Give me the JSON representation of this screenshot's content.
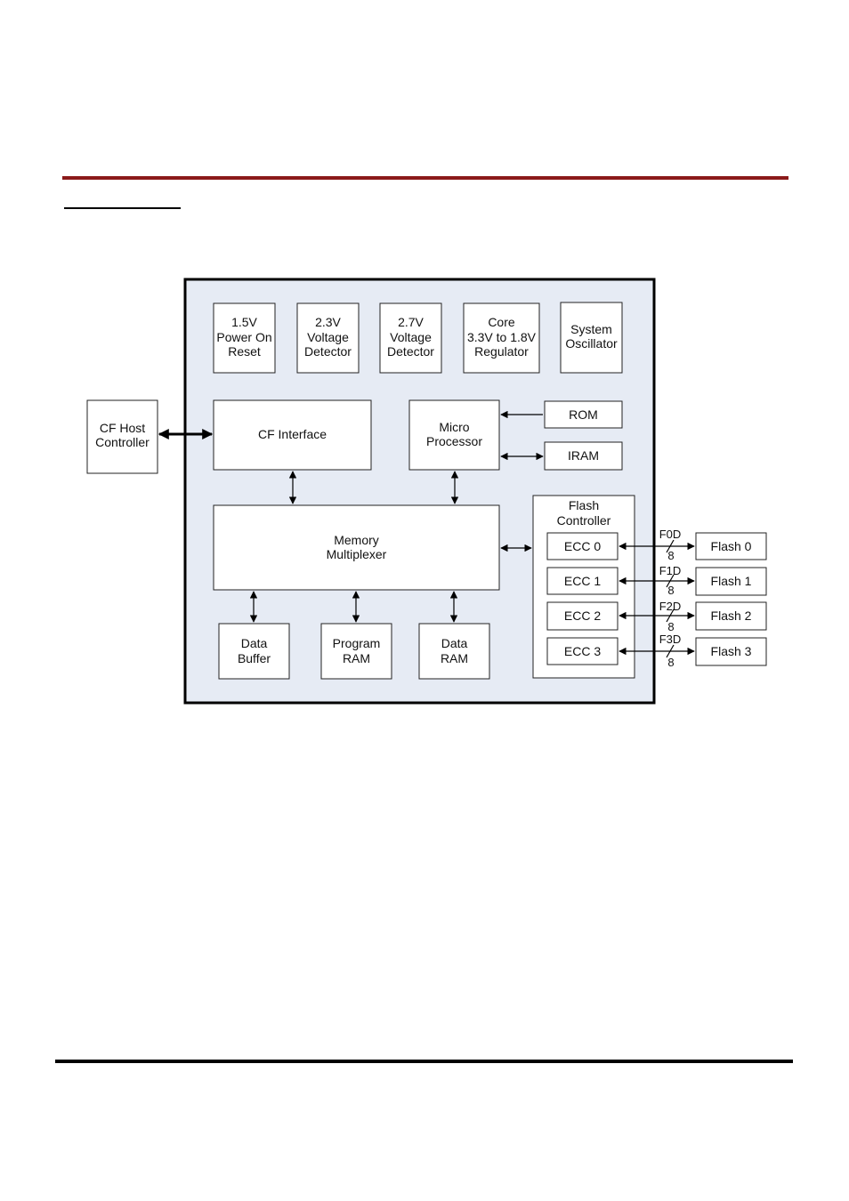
{
  "diagram": {
    "blocks": {
      "por": [
        "1.5V",
        "Power On",
        "Reset"
      ],
      "vd23": [
        "2.3V",
        "Voltage",
        "Detector"
      ],
      "vd27": [
        "2.7V",
        "Voltage",
        "Detector"
      ],
      "regulator": [
        "Core",
        "3.3V to 1.8V",
        "Regulator"
      ],
      "oscillator": [
        "System",
        "Oscillator"
      ],
      "cf_host": [
        "CF Host",
        "Controller"
      ],
      "cf_interface": [
        "CF Interface"
      ],
      "micro": [
        "Micro",
        "Processor"
      ],
      "rom": [
        "ROM"
      ],
      "iram": [
        "IRAM"
      ],
      "memmux": [
        "Memory",
        "Multiplexer"
      ],
      "flash_ctrl": [
        "Flash",
        "Controller"
      ],
      "data_buffer": [
        "Data",
        "Buffer"
      ],
      "program_ram": [
        "Program",
        "RAM"
      ],
      "data_ram": [
        "Data",
        "RAM"
      ]
    },
    "ecc": [
      "ECC 0",
      "ECC 1",
      "ECC 2",
      "ECC 3"
    ],
    "flash": [
      "Flash 0",
      "Flash 1",
      "Flash 2",
      "Flash 3"
    ],
    "buses": [
      "F0D",
      "F1D",
      "F2D",
      "F3D"
    ],
    "bus_width": "8"
  }
}
